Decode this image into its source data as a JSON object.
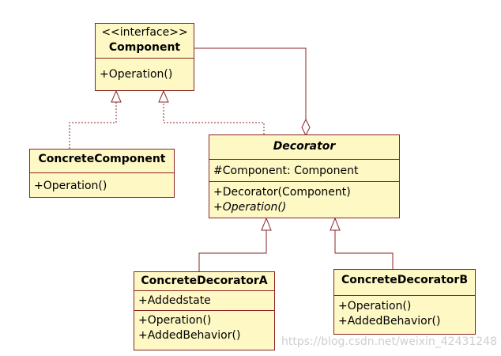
{
  "colors": {
    "box_fill": "#fdf8c4",
    "box_border": "#8a2424",
    "connector": "#8a2424"
  },
  "classes": {
    "component": {
      "stereotype": "<<interface>>",
      "name": "Component",
      "operations": [
        "+Operation()"
      ]
    },
    "concrete_component": {
      "name": "ConcreteComponent",
      "operations": [
        "+Operation()"
      ]
    },
    "decorator": {
      "name": "Decorator",
      "attributes": [
        "#Component: Component"
      ],
      "operations": [
        "+Decorator(Component)",
        "+Operation()"
      ]
    },
    "concrete_decorator_a": {
      "name": "ConcreteDecoratorA",
      "attributes": [
        "+Addedstate"
      ],
      "operations": [
        "+Operation()",
        "+AddedBehavior()"
      ]
    },
    "concrete_decorator_b": {
      "name": "ConcreteDecoratorB",
      "operations": [
        "+Operation()",
        "+AddedBehavior()"
      ]
    }
  },
  "relations": [
    {
      "from": "ConcreteComponent",
      "to": "Component",
      "kind": "realization"
    },
    {
      "from": "Decorator",
      "to": "Component",
      "kind": "realization"
    },
    {
      "from": "Decorator",
      "to": "Component",
      "kind": "aggregation"
    },
    {
      "from": "ConcreteDecoratorA",
      "to": "Decorator",
      "kind": "generalization"
    },
    {
      "from": "ConcreteDecoratorB",
      "to": "Decorator",
      "kind": "generalization"
    }
  ],
  "watermark": "https://blog.csdn.net/weixin_42431248"
}
